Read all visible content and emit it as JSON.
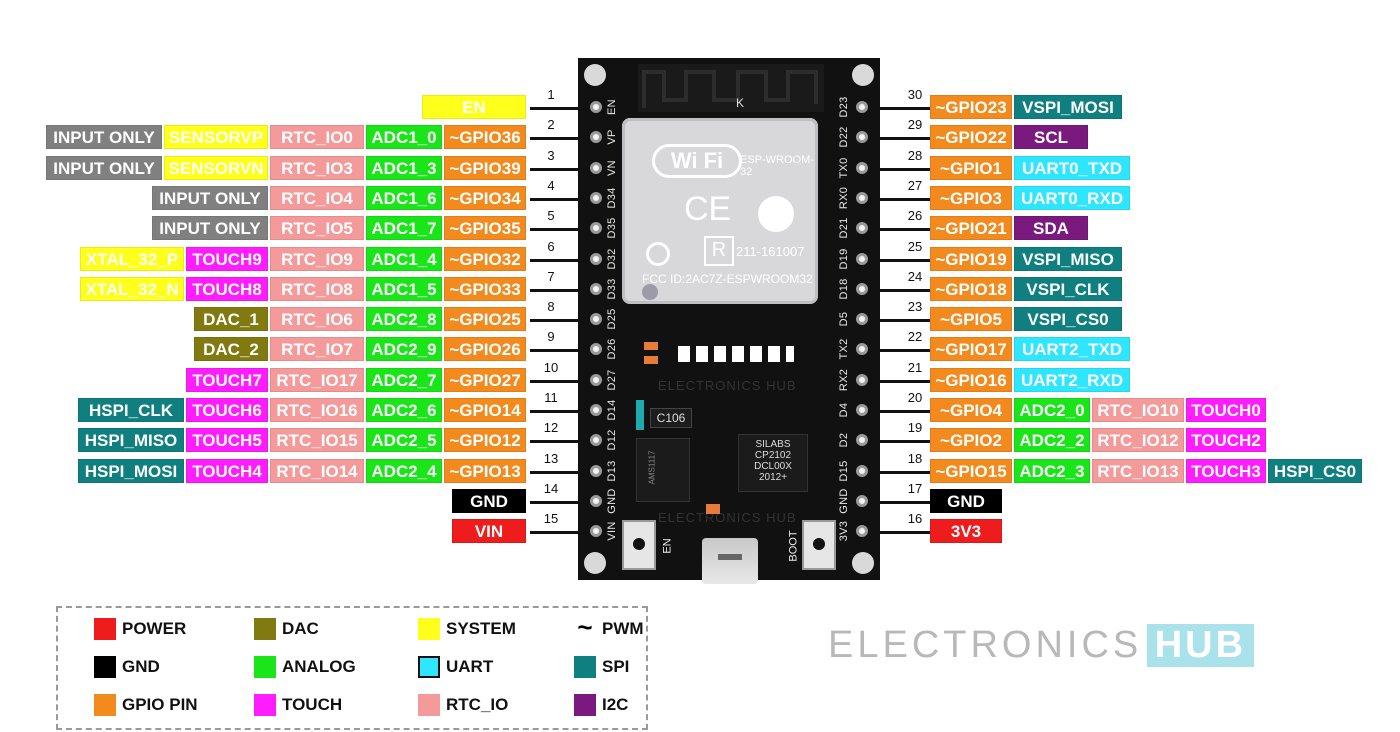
{
  "colors": {
    "POWER": "#ee1c1c",
    "GND": "#000000",
    "GPIO": "#f28a1e",
    "DAC": "#807a10",
    "ANALOG": "#19e519",
    "TOUCH": "#ff1cff",
    "SYSTEM": "#ffff1c",
    "UART": "#2ee6ff",
    "RTC": "#f59a9a",
    "SPI": "#0f7f7f",
    "I2C": "#7a1a7f",
    "INPUT": "#808080"
  },
  "module": {
    "wifi": "Wi Fi",
    "model": "ESP-WROOM-32",
    "ce": "CE",
    "r_mark": "R",
    "cert": "211-161007",
    "fcc": "FCC ID:2AC7Z-ESPWROOM32",
    "antenna_mark": "K",
    "watermark": "ELECTRONICS HUB",
    "cap": "C106",
    "reg": "AMS1117",
    "chip_lines": [
      "SILABS",
      "CP2102",
      "DCL00X",
      "2012+"
    ],
    "btn_en": "EN",
    "btn_boot": "BOOT"
  },
  "legend": [
    {
      "text": "POWER",
      "color": "POWER"
    },
    {
      "text": "GND",
      "color": "GND"
    },
    {
      "text": "GPIO PIN",
      "color": "GPIO"
    },
    {
      "text": "DAC",
      "color": "DAC"
    },
    {
      "text": "ANALOG",
      "color": "ANALOG"
    },
    {
      "text": "TOUCH",
      "color": "TOUCH"
    },
    {
      "text": "SYSTEM",
      "color": "SYSTEM"
    },
    {
      "text": "UART",
      "color": "UART"
    },
    {
      "text": "RTC_IO",
      "color": "RTC"
    },
    {
      "text": "PWM",
      "symbol": "~"
    },
    {
      "text": "SPI",
      "color": "SPI"
    },
    {
      "text": "I2C",
      "color": "I2C"
    }
  ],
  "brand": {
    "part1": "ELECTRONICS",
    "part2": "HUB"
  },
  "left_pins": [
    {
      "num": "1",
      "board": "EN",
      "labels": [
        {
          "t": "EN",
          "c": "SYSTEM"
        }
      ]
    },
    {
      "num": "2",
      "board": "VP",
      "labels": [
        {
          "t": "INPUT ONLY",
          "c": "INPUT"
        },
        {
          "t": "SENSORVP",
          "c": "SYSTEM"
        },
        {
          "t": "RTC_IO0",
          "c": "RTC"
        },
        {
          "t": "ADC1_0",
          "c": "ANALOG"
        },
        {
          "t": "~GPIO36",
          "c": "GPIO"
        }
      ]
    },
    {
      "num": "3",
      "board": "VN",
      "labels": [
        {
          "t": "INPUT ONLY",
          "c": "INPUT"
        },
        {
          "t": "SENSORVN",
          "c": "SYSTEM"
        },
        {
          "t": "RTC_IO3",
          "c": "RTC"
        },
        {
          "t": "ADC1_3",
          "c": "ANALOG"
        },
        {
          "t": "~GPIO39",
          "c": "GPIO"
        }
      ]
    },
    {
      "num": "4",
      "board": "D34",
      "labels": [
        {
          "t": "INPUT ONLY",
          "c": "INPUT"
        },
        {
          "t": "RTC_IO4",
          "c": "RTC"
        },
        {
          "t": "ADC1_6",
          "c": "ANALOG"
        },
        {
          "t": "~GPIO34",
          "c": "GPIO"
        }
      ]
    },
    {
      "num": "5",
      "board": "D35",
      "labels": [
        {
          "t": "INPUT ONLY",
          "c": "INPUT"
        },
        {
          "t": "RTC_IO5",
          "c": "RTC"
        },
        {
          "t": "ADC1_7",
          "c": "ANALOG"
        },
        {
          "t": "~GPIO35",
          "c": "GPIO"
        }
      ]
    },
    {
      "num": "6",
      "board": "D32",
      "labels": [
        {
          "t": "XTAL_32_P",
          "c": "SYSTEM"
        },
        {
          "t": "TOUCH9",
          "c": "TOUCH"
        },
        {
          "t": "RTC_IO9",
          "c": "RTC"
        },
        {
          "t": "ADC1_4",
          "c": "ANALOG"
        },
        {
          "t": "~GPIO32",
          "c": "GPIO"
        }
      ]
    },
    {
      "num": "7",
      "board": "D33",
      "labels": [
        {
          "t": "XTAL_32_N",
          "c": "SYSTEM"
        },
        {
          "t": "TOUCH8",
          "c": "TOUCH"
        },
        {
          "t": "RTC_IO8",
          "c": "RTC"
        },
        {
          "t": "ADC1_5",
          "c": "ANALOG"
        },
        {
          "t": "~GPIO33",
          "c": "GPIO"
        }
      ]
    },
    {
      "num": "8",
      "board": "D25",
      "labels": [
        {
          "t": "DAC_1",
          "c": "DAC"
        },
        {
          "t": "RTC_IO6",
          "c": "RTC"
        },
        {
          "t": "ADC2_8",
          "c": "ANALOG"
        },
        {
          "t": "~GPIO25",
          "c": "GPIO"
        }
      ]
    },
    {
      "num": "9",
      "board": "D26",
      "labels": [
        {
          "t": "DAC_2",
          "c": "DAC"
        },
        {
          "t": "RTC_IO7",
          "c": "RTC"
        },
        {
          "t": "ADC2_9",
          "c": "ANALOG"
        },
        {
          "t": "~GPIO26",
          "c": "GPIO"
        }
      ]
    },
    {
      "num": "10",
      "board": "D27",
      "labels": [
        {
          "t": "TOUCH7",
          "c": "TOUCH"
        },
        {
          "t": "RTC_IO17",
          "c": "RTC"
        },
        {
          "t": "ADC2_7",
          "c": "ANALOG"
        },
        {
          "t": "~GPIO27",
          "c": "GPIO"
        }
      ]
    },
    {
      "num": "11",
      "board": "D14",
      "labels": [
        {
          "t": "HSPI_CLK",
          "c": "SPI"
        },
        {
          "t": "TOUCH6",
          "c": "TOUCH"
        },
        {
          "t": "RTC_IO16",
          "c": "RTC"
        },
        {
          "t": "ADC2_6",
          "c": "ANALOG"
        },
        {
          "t": "~GPIO14",
          "c": "GPIO"
        }
      ]
    },
    {
      "num": "12",
      "board": "D12",
      "labels": [
        {
          "t": "HSPI_MISO",
          "c": "SPI"
        },
        {
          "t": "TOUCH5",
          "c": "TOUCH"
        },
        {
          "t": "RTC_IO15",
          "c": "RTC"
        },
        {
          "t": "ADC2_5",
          "c": "ANALOG"
        },
        {
          "t": "~GPIO12",
          "c": "GPIO"
        }
      ]
    },
    {
      "num": "13",
      "board": "D13",
      "labels": [
        {
          "t": "HSPI_MOSI",
          "c": "SPI"
        },
        {
          "t": "TOUCH4",
          "c": "TOUCH"
        },
        {
          "t": "RTC_IO14",
          "c": "RTC"
        },
        {
          "t": "ADC2_4",
          "c": "ANALOG"
        },
        {
          "t": "~GPIO13",
          "c": "GPIO"
        }
      ]
    },
    {
      "num": "14",
      "board": "GND",
      "labels": [
        {
          "t": "GND",
          "c": "GND"
        }
      ]
    },
    {
      "num": "15",
      "board": "VIN",
      "labels": [
        {
          "t": "VIN",
          "c": "POWER"
        }
      ]
    }
  ],
  "right_pins": [
    {
      "num": "30",
      "board": "D23",
      "labels": [
        {
          "t": "~GPIO23",
          "c": "GPIO"
        },
        {
          "t": "VSPI_MOSI",
          "c": "SPI"
        }
      ]
    },
    {
      "num": "29",
      "board": "D22",
      "labels": [
        {
          "t": "~GPIO22",
          "c": "GPIO"
        },
        {
          "t": "SCL",
          "c": "I2C"
        }
      ]
    },
    {
      "num": "28",
      "board": "TX0",
      "labels": [
        {
          "t": "~GPIO1",
          "c": "GPIO"
        },
        {
          "t": "UART0_TXD",
          "c": "UART"
        }
      ]
    },
    {
      "num": "27",
      "board": "RX0",
      "labels": [
        {
          "t": "~GPIO3",
          "c": "GPIO"
        },
        {
          "t": "UART0_RXD",
          "c": "UART"
        }
      ]
    },
    {
      "num": "26",
      "board": "D21",
      "labels": [
        {
          "t": "~GPIO21",
          "c": "GPIO"
        },
        {
          "t": "SDA",
          "c": "I2C"
        }
      ]
    },
    {
      "num": "25",
      "board": "D19",
      "labels": [
        {
          "t": "~GPIO19",
          "c": "GPIO"
        },
        {
          "t": "VSPI_MISO",
          "c": "SPI"
        }
      ]
    },
    {
      "num": "24",
      "board": "D18",
      "labels": [
        {
          "t": "~GPIO18",
          "c": "GPIO"
        },
        {
          "t": "VSPI_CLK",
          "c": "SPI"
        }
      ]
    },
    {
      "num": "23",
      "board": "D5",
      "labels": [
        {
          "t": "~GPIO5",
          "c": "GPIO"
        },
        {
          "t": "VSPI_CS0",
          "c": "SPI"
        }
      ]
    },
    {
      "num": "22",
      "board": "TX2",
      "labels": [
        {
          "t": "~GPIO17",
          "c": "GPIO"
        },
        {
          "t": "UART2_TXD",
          "c": "UART"
        }
      ]
    },
    {
      "num": "21",
      "board": "RX2",
      "labels": [
        {
          "t": "~GPIO16",
          "c": "GPIO"
        },
        {
          "t": "UART2_RXD",
          "c": "UART"
        }
      ]
    },
    {
      "num": "20",
      "board": "D4",
      "labels": [
        {
          "t": "~GPIO4",
          "c": "GPIO"
        },
        {
          "t": "ADC2_0",
          "c": "ANALOG"
        },
        {
          "t": "RTC_IO10",
          "c": "RTC"
        },
        {
          "t": "TOUCH0",
          "c": "TOUCH"
        }
      ]
    },
    {
      "num": "19",
      "board": "D2",
      "labels": [
        {
          "t": "~GPIO2",
          "c": "GPIO"
        },
        {
          "t": "ADC2_2",
          "c": "ANALOG"
        },
        {
          "t": "RTC_IO12",
          "c": "RTC"
        },
        {
          "t": "TOUCH2",
          "c": "TOUCH"
        }
      ]
    },
    {
      "num": "18",
      "board": "D15",
      "labels": [
        {
          "t": "~GPIO15",
          "c": "GPIO"
        },
        {
          "t": "ADC2_3",
          "c": "ANALOG"
        },
        {
          "t": "RTC_IO13",
          "c": "RTC"
        },
        {
          "t": "TOUCH3",
          "c": "TOUCH"
        },
        {
          "t": "HSPI_CS0",
          "c": "SPI"
        }
      ]
    },
    {
      "num": "17",
      "board": "GND",
      "labels": [
        {
          "t": "GND",
          "c": "GND"
        }
      ]
    },
    {
      "num": "16",
      "board": "3V3",
      "labels": [
        {
          "t": "3V3",
          "c": "POWER"
        }
      ]
    }
  ]
}
